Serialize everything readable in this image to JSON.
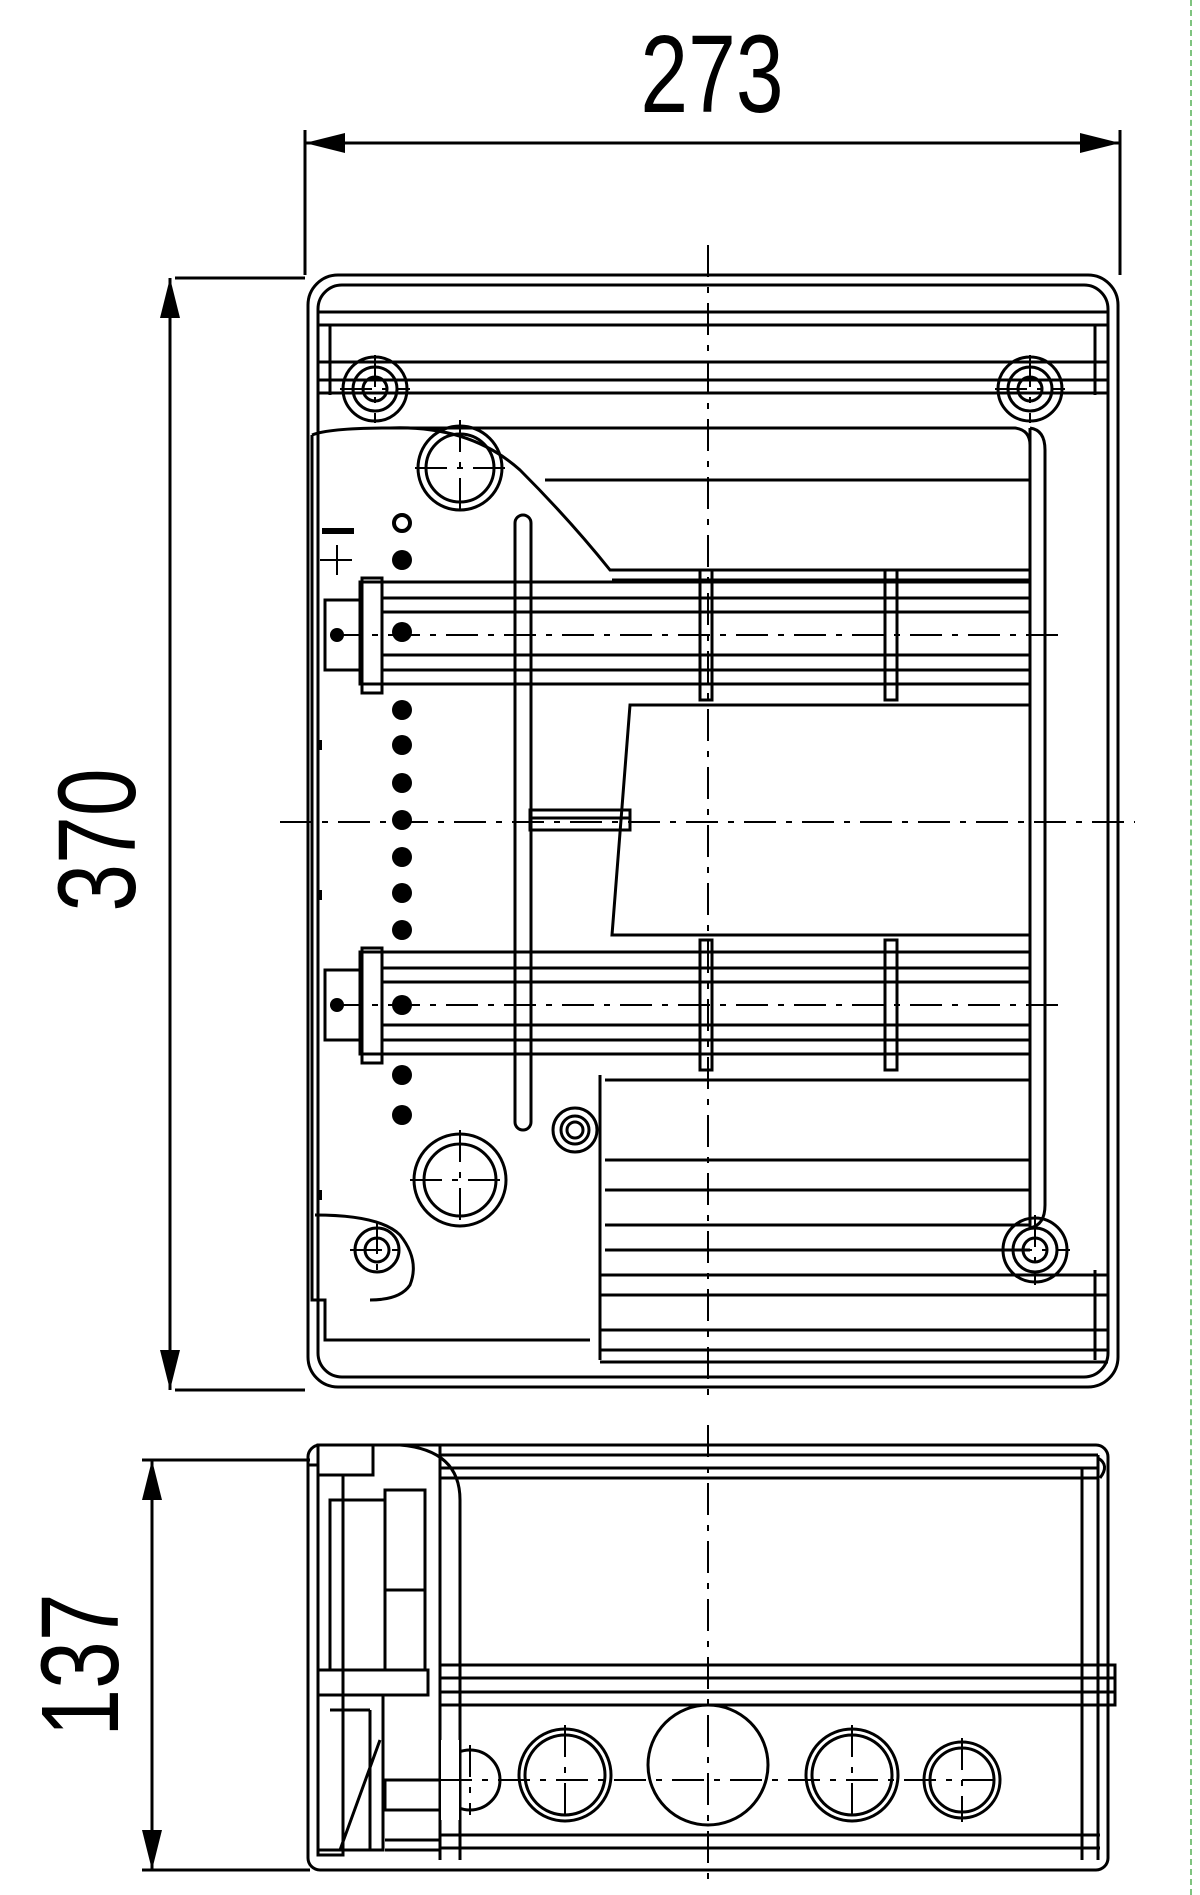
{
  "dimensions": {
    "width": "273",
    "height": "370",
    "depth": "137"
  },
  "colors": {
    "line": "#000000",
    "background": "#ffffff",
    "edge_marker": "#7fc47f"
  }
}
